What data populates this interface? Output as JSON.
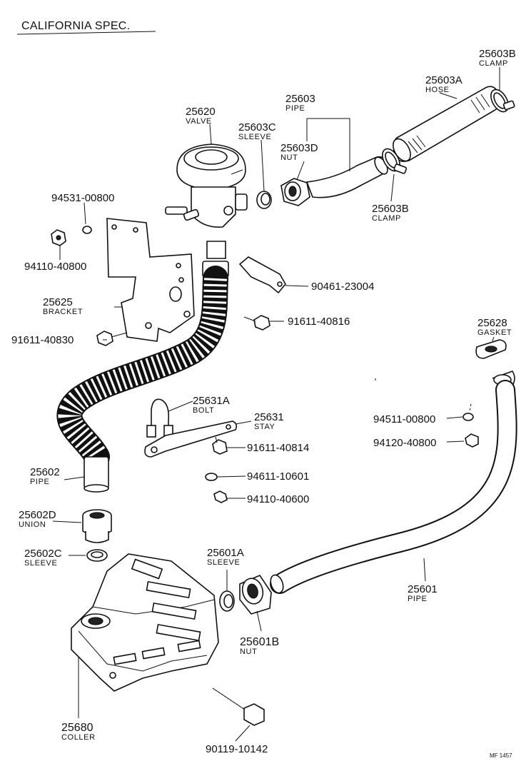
{
  "title": "CALIFORNIA SPEC.",
  "drawing_code": "MF 1457",
  "parts": {
    "p25603B_top": {
      "number": "25603B",
      "name": "CLAMP"
    },
    "p25603A": {
      "number": "25603A",
      "name": "HOSE"
    },
    "p25603": {
      "number": "25603",
      "name": "PIPE"
    },
    "p25620": {
      "number": "25620",
      "name": "VALVE"
    },
    "p25603C": {
      "number": "25603C",
      "name": "SLEEVE"
    },
    "p25603D": {
      "number": "25603D",
      "name": "NUT"
    },
    "p25603B_bot": {
      "number": "25603B",
      "name": "CLAMP"
    },
    "p94531": {
      "number": "94531-00800"
    },
    "p94110_40800": {
      "number": "94110-40800"
    },
    "p90461": {
      "number": "90461-23004"
    },
    "p25625": {
      "number": "25625",
      "name": "BRACKET"
    },
    "p91611_40816": {
      "number": "91611-40816"
    },
    "p91611_40830": {
      "number": "91611-40830"
    },
    "p25628": {
      "number": "25628",
      "name": "GASKET"
    },
    "p25631A": {
      "number": "25631A",
      "name": "BOLT"
    },
    "p25631": {
      "number": "25631",
      "name": "STAY"
    },
    "p94511": {
      "number": "94511-00800"
    },
    "p94120": {
      "number": "94120-40800"
    },
    "p91611_40814": {
      "number": "91611-40814"
    },
    "p25602": {
      "number": "25602",
      "name": "PIPE"
    },
    "p94611": {
      "number": "94611-10601"
    },
    "p94110_40600": {
      "number": "94110-40600"
    },
    "p25602D": {
      "number": "25602D",
      "name": "UNION"
    },
    "p25602C": {
      "number": "25602C",
      "name": "SLEEVE"
    },
    "p25601A": {
      "number": "25601A",
      "name": "SLEEVE"
    },
    "p25601": {
      "number": "25601",
      "name": "PIPE"
    },
    "p25601B": {
      "number": "25601B",
      "name": "NUT"
    },
    "p25680": {
      "number": "25680",
      "name": "COLLER"
    },
    "p90119": {
      "number": "90119-10142"
    }
  }
}
